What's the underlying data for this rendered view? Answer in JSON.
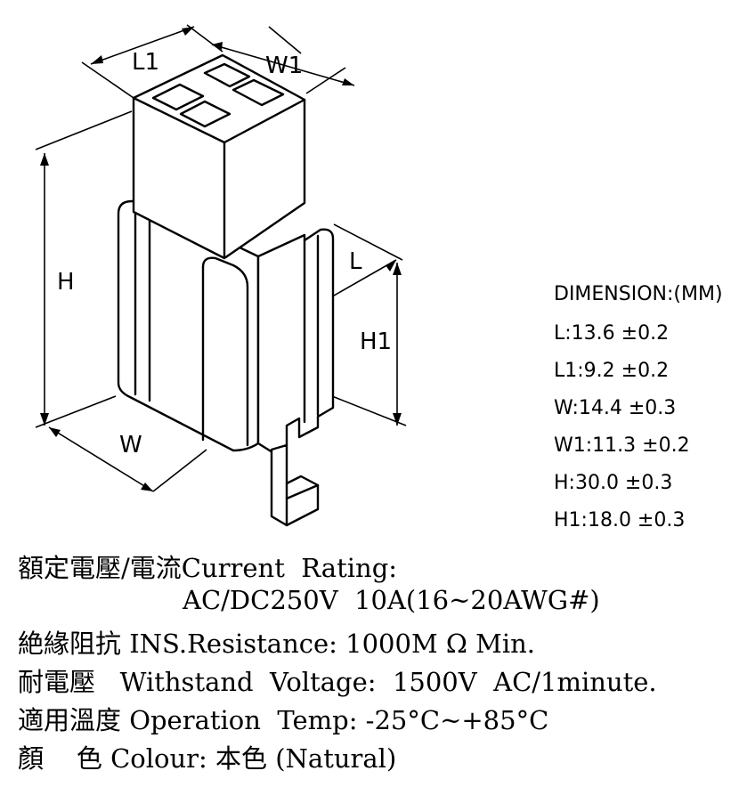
{
  "diagram": {
    "labels": {
      "L1": "L1",
      "W1": "W1",
      "H": "H",
      "L": "L",
      "H1": "H1",
      "W": "W"
    }
  },
  "dimensions": {
    "title": "DIMENSION:(MM)",
    "items": [
      "L:13.6 ±0.2",
      "L1:9.2 ±0.2",
      "W:14.4 ±0.3",
      "W1:11.3 ±0.2",
      "H:30.0 ±0.3",
      "H1:18.0 ±0.3"
    ]
  },
  "specs": {
    "current_rating": "額定電壓/電流Current  Rating:",
    "current_rating_value": "AC/DC250V  10A(16~20AWG#)",
    "insulation": "絶緣阻抗 INS.Resistance: 1000M Ω Min.",
    "withstand": "耐電壓   Withstand  Voltage:  1500V  AC/1minute.",
    "operation": "適用溫度 Operation  Temp: -25°C~+85°C",
    "colour": "顏    色 Colour: 本色 (Natural)"
  }
}
